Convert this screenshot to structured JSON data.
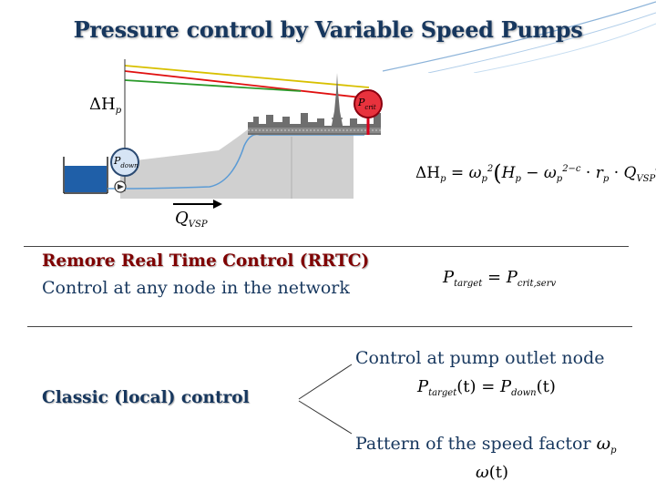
{
  "title": "Pressure control by Variable Speed Pumps",
  "colors": {
    "title": "#17375e",
    "rrtc_heading": "#7f0000",
    "body_text": "#17375e",
    "water": "#1f5fa8",
    "gauge_crit": "#d9001b",
    "gauge_down": "#d6e4f5",
    "ground": "#c8c8c8",
    "pipe": "#5b9bd5",
    "line_red": "#e01010",
    "line_yellow": "#d8c000",
    "line_green": "#2a9a2a"
  },
  "diagram": {
    "delta_h_main": "ΔH",
    "delta_h_sub": "p",
    "gauge_down_main": "P",
    "gauge_down_sub": "down",
    "gauge_crit_main": "P",
    "gauge_crit_sub": "crit",
    "flow_main": "Q",
    "flow_sub": "VSP",
    "icons": [
      "tank-icon",
      "pump-icon",
      "pressure-gauge-icon",
      "eiffel-tower-icon",
      "city-skyline-icon",
      "flow-arrow-icon"
    ]
  },
  "formula_head": {
    "lhs_main": "ΔH",
    "lhs_sub": "p",
    "eq": " = ",
    "omega1": "ω",
    "omega1_sub": "p",
    "omega1_sup": "2",
    "open": "(",
    "h_main": "H",
    "h_sub": "p",
    "minus": " − ",
    "omega2": "ω",
    "omega2_sub": "p",
    "omega2_sup": "2−c",
    "dot": " · ",
    "r_main": "r",
    "r_sub": "p",
    "dot2": " · ",
    "q_main": "Q",
    "q_sub": "VSP",
    "q_sup": "c",
    "close": ")"
  },
  "rrtc": {
    "heading": "Remore Real Time Control (RRTC)",
    "subtext": "Control at any node in the network",
    "formula_lhs_main": "P",
    "formula_lhs_sub": "target",
    "formula_eq": " = ",
    "formula_rhs_main": "P",
    "formula_rhs_sub": "crit,serv"
  },
  "classic": {
    "heading": "Classic (local) control",
    "option1": "Control at pump outlet node",
    "option1_formula": {
      "lhs_main": "P",
      "lhs_sub": "target",
      "arg": "(t)",
      "eq": " = ",
      "rhs_main": "P",
      "rhs_sub": "down",
      "rhs_arg": "(t)"
    },
    "option2": "Pattern of the speed factor",
    "option2_symbol": "ω",
    "option2_symbol_sub": "p",
    "option2_formula": {
      "main": "ω",
      "arg": "(t)"
    }
  }
}
